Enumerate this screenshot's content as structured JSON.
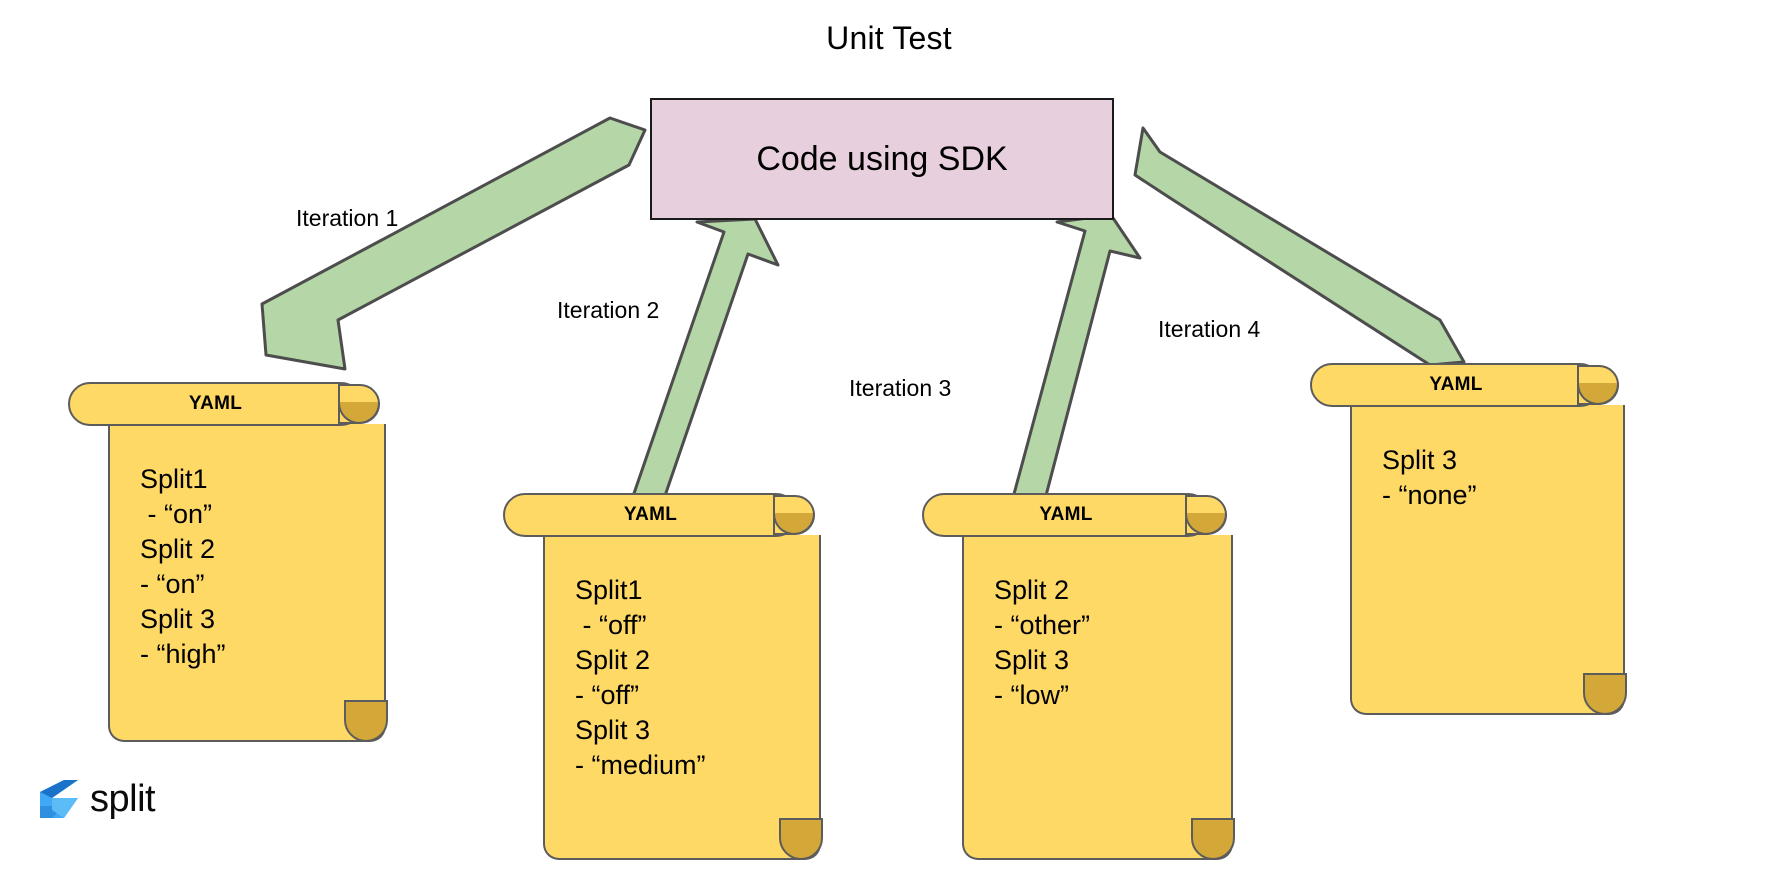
{
  "diagram": {
    "title": "Unit Test",
    "type": "flow-diagram",
    "background_color": "#ffffff"
  },
  "process": {
    "label": "Code using SDK",
    "fill_color": "#e8cfdd",
    "border_color": "#1a1a1a"
  },
  "arrows": {
    "fill_color": "#b5d6a7",
    "border_color": "#4d4d4d",
    "direction": "into-process-box",
    "labels": [
      {
        "id": "iteration-1",
        "text": "Iteration 1"
      },
      {
        "id": "iteration-2",
        "text": "Iteration 2"
      },
      {
        "id": "iteration-3",
        "text": "Iteration 3"
      },
      {
        "id": "iteration-4",
        "text": "Iteration 4"
      }
    ]
  },
  "documents": [
    {
      "id": "yaml-doc-1",
      "header": "YAML",
      "fill_color": "#ffd966",
      "curl_color": "#d4a838",
      "border_color": "#5c5c5c",
      "lines": [
        "Split1",
        " - “on”",
        "Split 2",
        "- “on”",
        "Split 3",
        "- “high”"
      ],
      "text": "Split1\n - “on”\nSplit 2\n- “on”\nSplit 3\n- “high”"
    },
    {
      "id": "yaml-doc-2",
      "header": "YAML",
      "fill_color": "#ffd966",
      "curl_color": "#d4a838",
      "border_color": "#5c5c5c",
      "lines": [
        "Split1",
        " - “off”",
        "Split 2",
        "- “off”",
        "Split 3",
        "- “medium”"
      ],
      "text": "Split1\n - “off”\nSplit 2\n- “off”\nSplit 3\n- “medium”"
    },
    {
      "id": "yaml-doc-3",
      "header": "YAML",
      "fill_color": "#ffd966",
      "curl_color": "#d4a838",
      "border_color": "#5c5c5c",
      "lines": [
        "Split 2",
        "- “other”",
        "Split 3",
        "- “low”"
      ],
      "text": "Split 2\n- “other”\nSplit 3\n- “low”"
    },
    {
      "id": "yaml-doc-4",
      "header": "YAML",
      "fill_color": "#ffd966",
      "curl_color": "#d4a838",
      "border_color": "#5c5c5c",
      "lines": [
        "Split 3",
        "- “none”"
      ],
      "text": "Split 3\n- “none”"
    }
  ],
  "brand": {
    "name": "split",
    "mark_color_light": "#3fa9f5",
    "mark_color_dark": "#1a73c8"
  }
}
